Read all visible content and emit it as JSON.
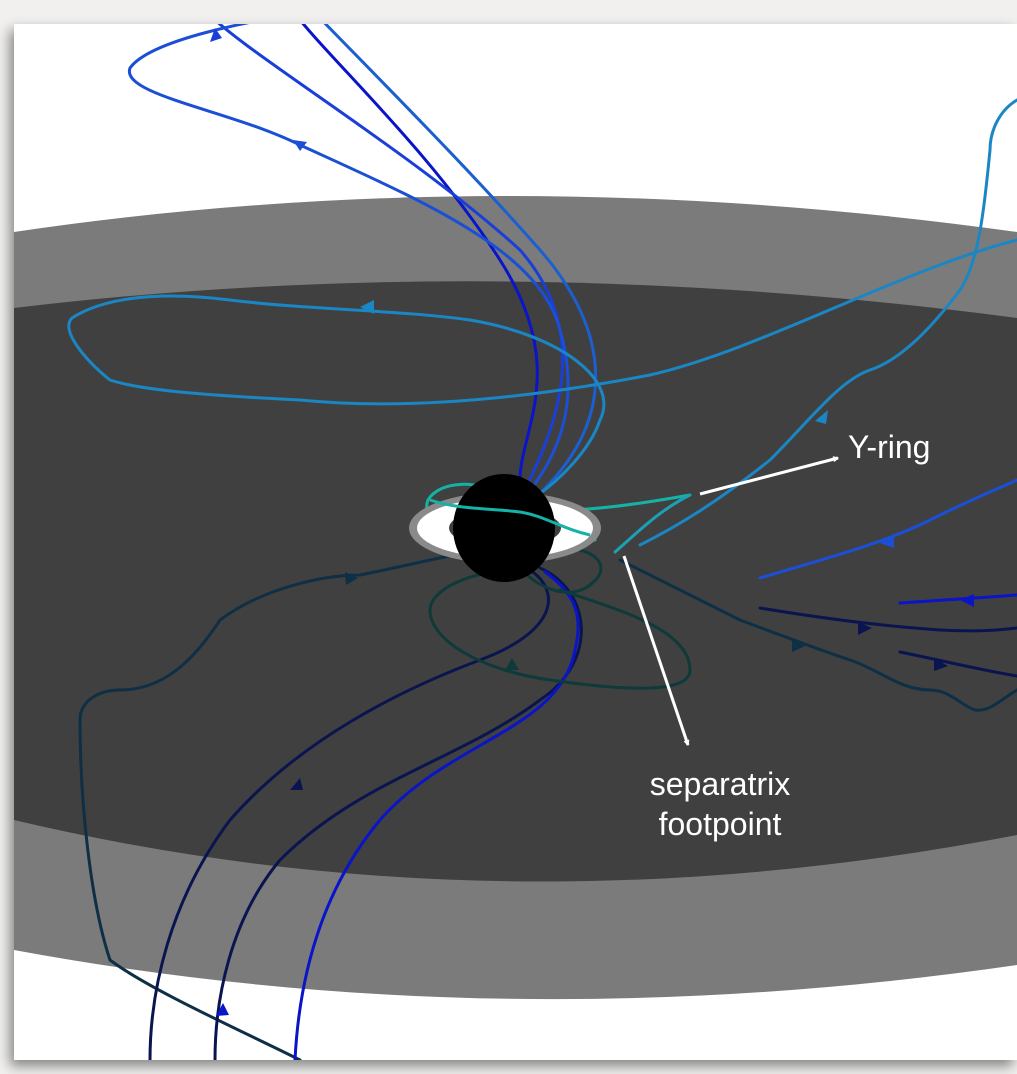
{
  "labels": {
    "y_ring": "Y-ring",
    "separatrix_line1": "separatrix",
    "separatrix_line2": "footpoint"
  },
  "colors": {
    "page_background": "#f1f0ef",
    "panel_background": "#ffffff",
    "outer_disk": "#7b7b7b",
    "inner_disk": "#404040",
    "central_body": "#000000",
    "inner_ring": "#ffffff",
    "annotation": "#ffffff",
    "field_line_blue": "#0a14c8",
    "field_line_mid_blue": "#1a4fd6",
    "field_line_light_blue": "#1b86c4",
    "field_line_teal": "#14b3a6",
    "field_line_cyan": "#1d9fb5",
    "field_line_navy": "#0a1550",
    "field_line_dark_teal": "#0e3a3a"
  },
  "icons": {
    "field_arrowhead": "triangle-arrowhead-icon",
    "annotation_arrowhead": "chevron-arrowhead-icon"
  }
}
